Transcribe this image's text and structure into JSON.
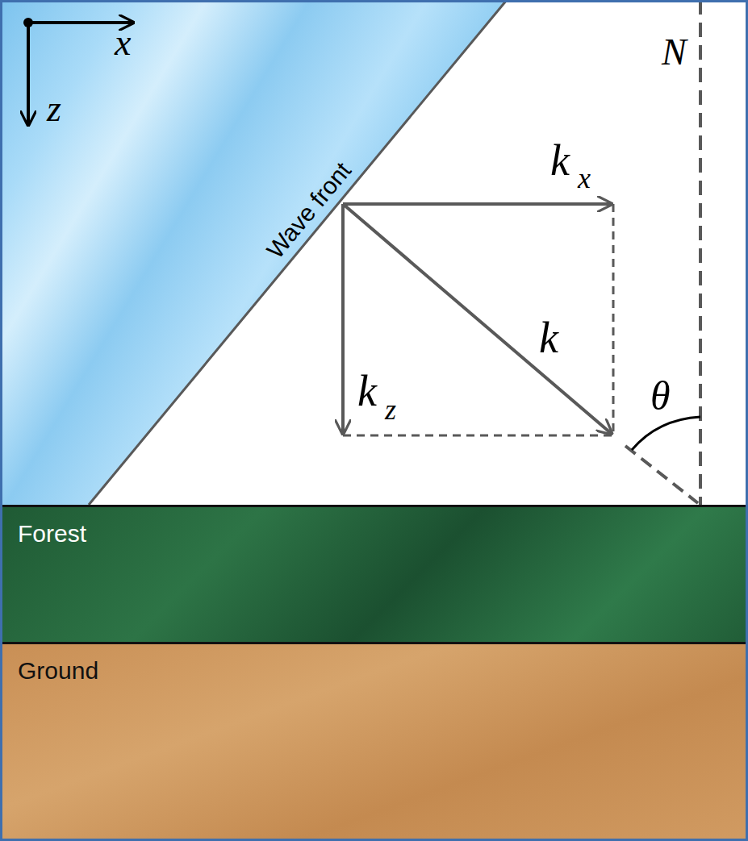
{
  "diagram": {
    "nodes": [
      {
        "text": [
          "Forest"
        ]
      },
      {
        "text": [
          "Ground"
        ]
      }
    ],
    "edges": [],
    "labels": [
      "x",
      "z",
      "N",
      "Wave front",
      "k",
      "x",
      "k",
      "k",
      "z",
      "θ"
    ]
  }
}
